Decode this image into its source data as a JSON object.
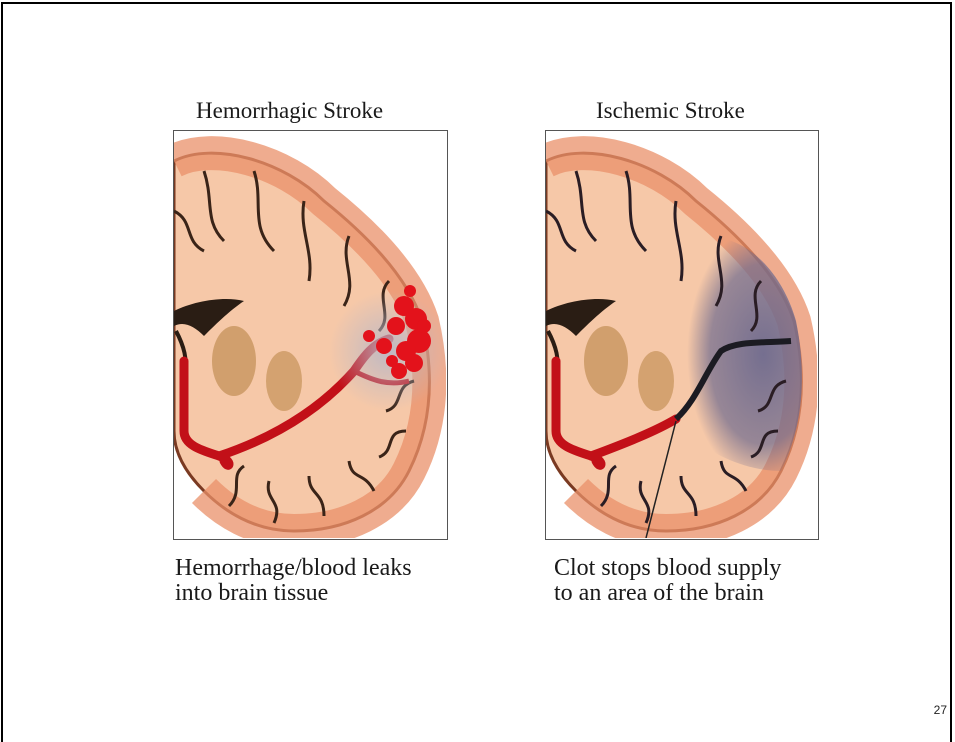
{
  "panels": [
    {
      "title": "Hemorrhagic Stroke",
      "caption_lines": [
        "Hemorrhage/blood leaks",
        "into brain tissue"
      ]
    },
    {
      "title": "Ischemic Stroke",
      "caption_lines": [
        "Clot stops blood supply",
        "to an area of the brain"
      ]
    }
  ],
  "page_number": "27",
  "colors": {
    "brain_tissue": "#f6c8a8",
    "gyri": "#e9906a",
    "sulcus": "#3a2418",
    "blood": "#d6141c",
    "ischemic_zone": "#6e6a8e"
  }
}
